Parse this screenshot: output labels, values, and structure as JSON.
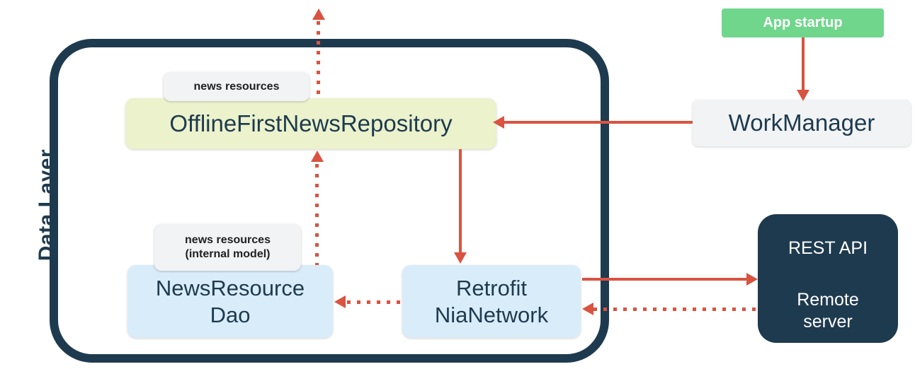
{
  "diagram": {
    "container_label": "Data Layer",
    "nodes": {
      "repository": {
        "label": "OfflineFirstNewsRepository",
        "tag": "news resources"
      },
      "dao": {
        "line1": "NewsResource",
        "line2": "Dao",
        "tag_line1": "news resources",
        "tag_line2": "(internal model)"
      },
      "network": {
        "line1": "Retrofit",
        "line2": "NiaNetwork"
      },
      "workmanager": {
        "label": "WorkManager"
      },
      "app_startup": {
        "label": "App startup"
      },
      "remote_server": {
        "title": "REST API",
        "line1": "Remote",
        "line2": "server"
      }
    },
    "colors": {
      "navy": "#1e3a4f",
      "arrow_red": "#d95341",
      "repository_fill": "#ebf2cc",
      "blue_fill": "#d9ecfa",
      "gray_fill": "#f1f3f4",
      "green_fill": "#6fd68b",
      "label_text": "#202124",
      "white": "#ffffff"
    }
  }
}
